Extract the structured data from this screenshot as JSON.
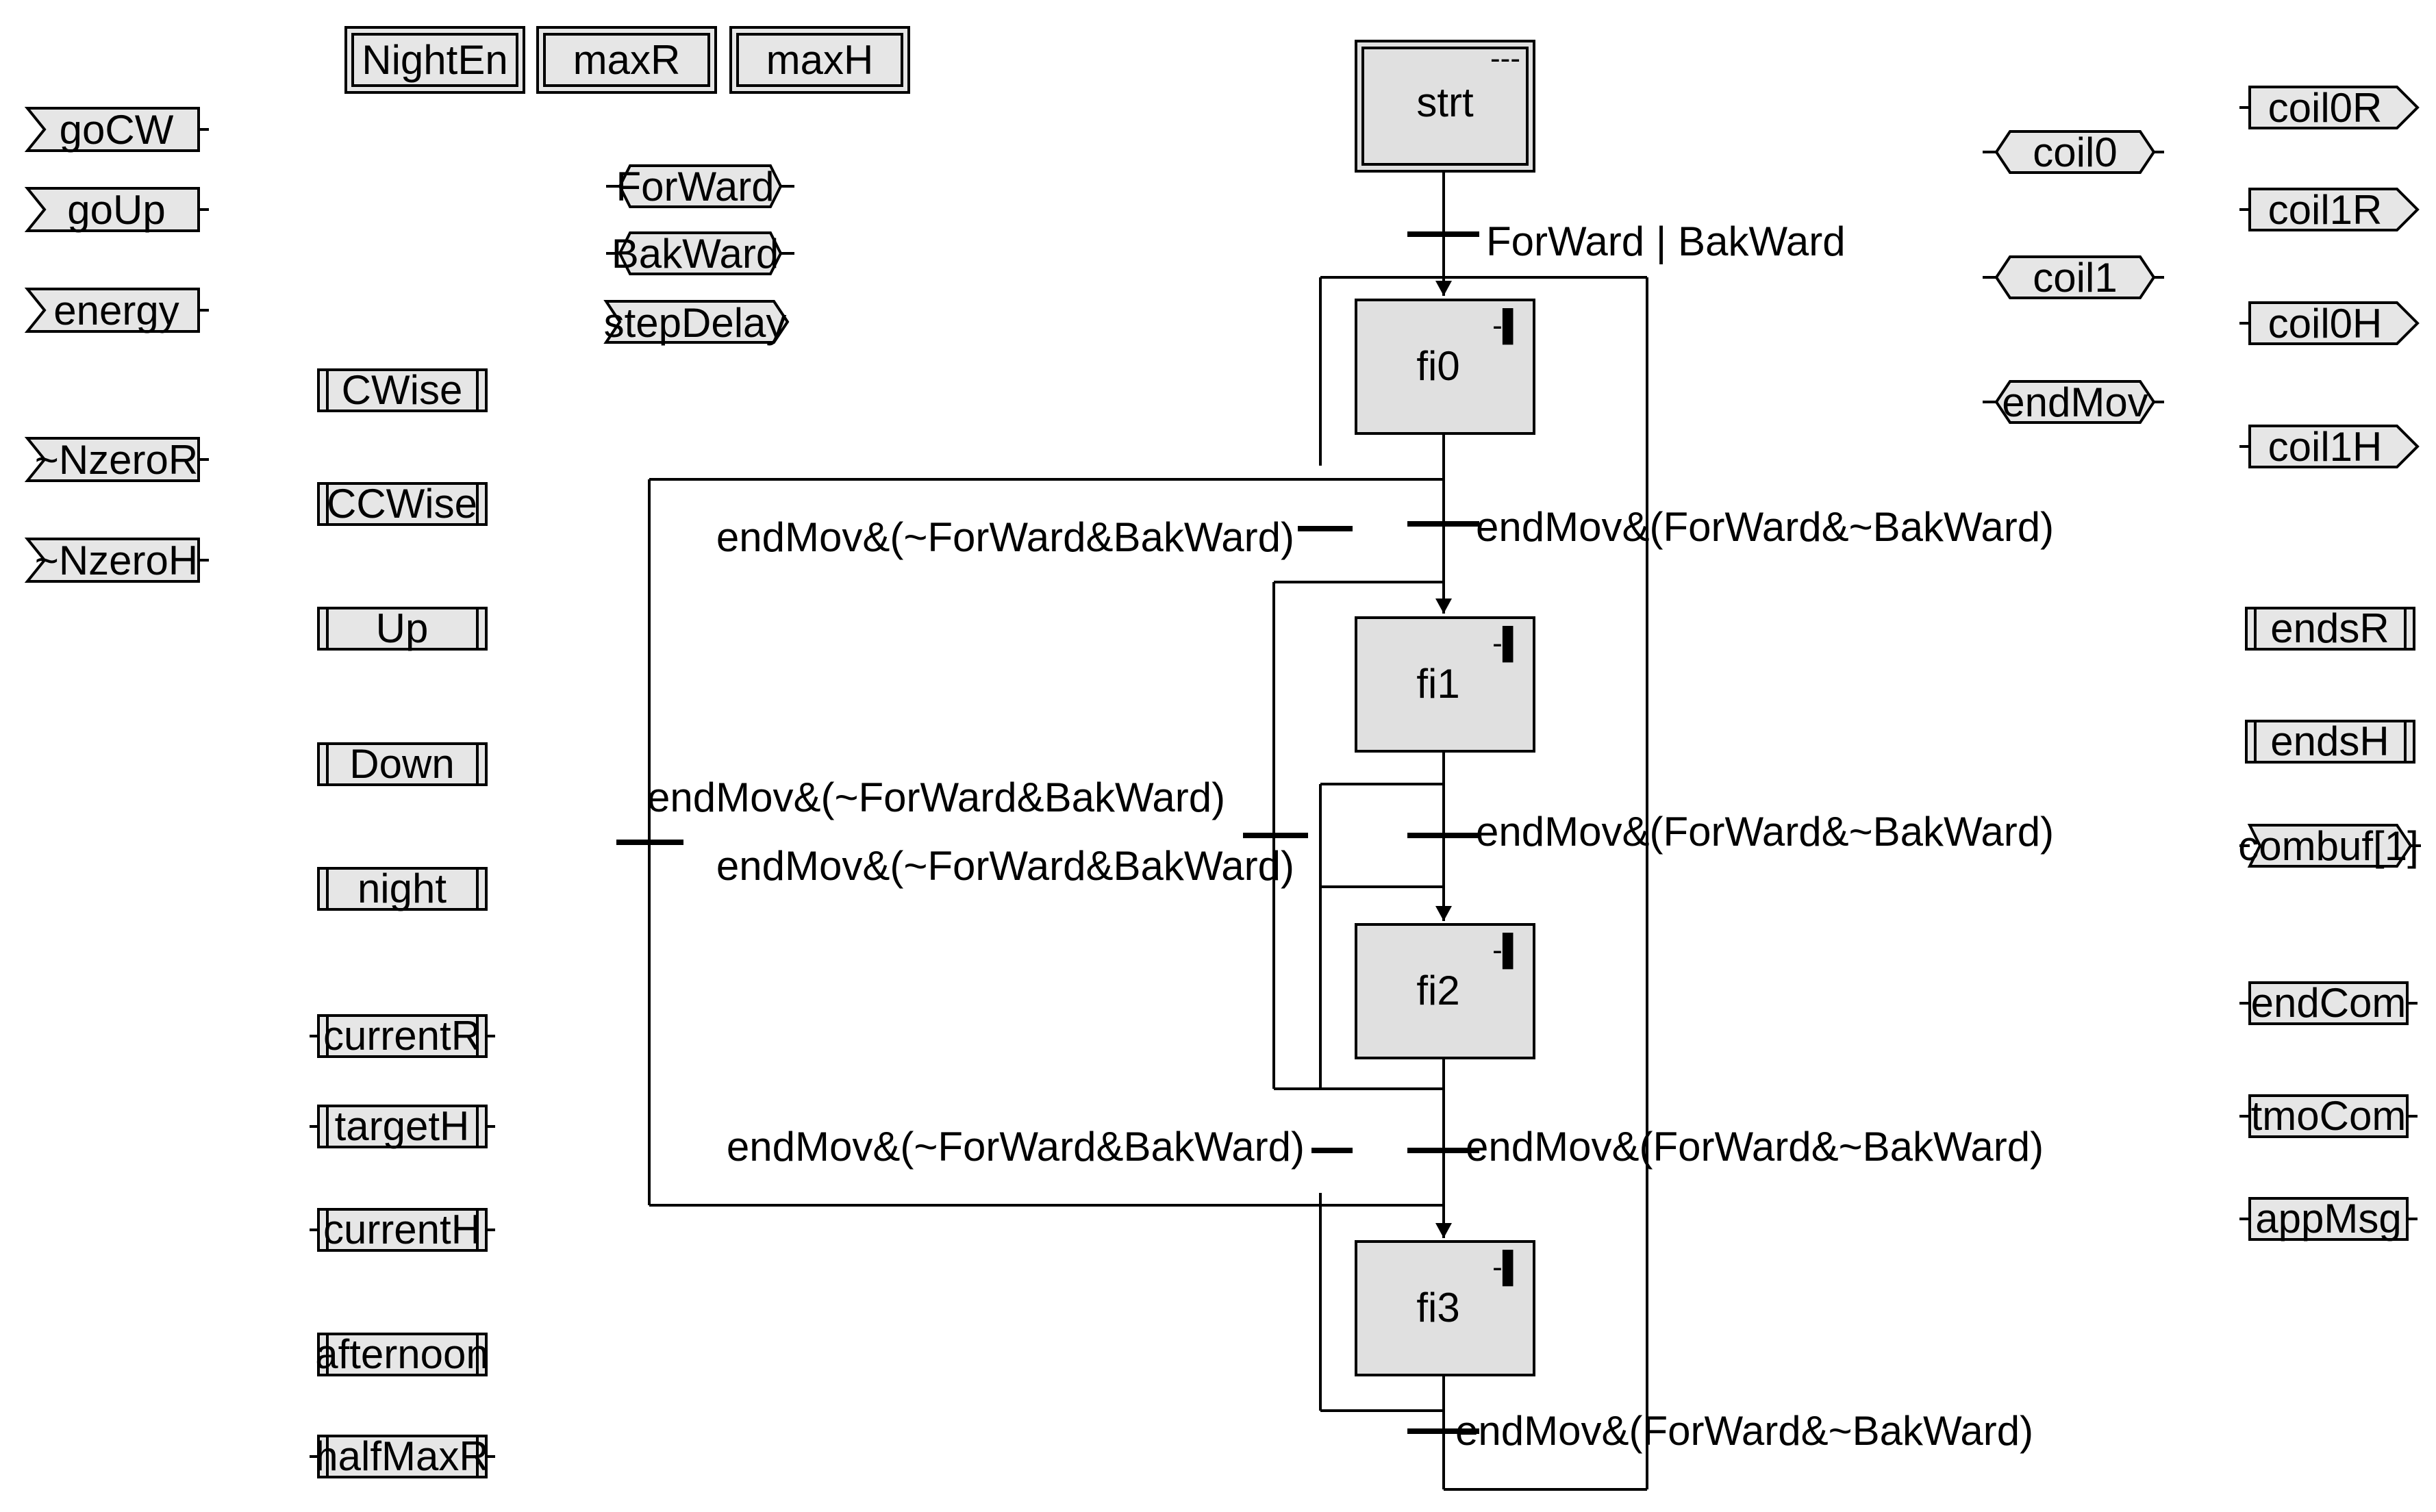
{
  "globals": [
    "NightEn",
    "maxR",
    "maxH"
  ],
  "inputs": [
    "goCW",
    "goUp",
    "energy",
    "~NzeroR",
    "~NzeroH"
  ],
  "internal_vars": [
    "ForWard",
    "BakWard",
    "stepDelay"
  ],
  "left_vars": [
    "CWise",
    "CCWise",
    "Up",
    "Down",
    "night",
    "currentR",
    "targetH",
    "currentH",
    "afternoon",
    "halfMaxR"
  ],
  "right_hex_vars": [
    "coil0",
    "coil1",
    "endMov"
  ],
  "outputs_top": [
    "coil0R",
    "coil1R",
    "coil0H",
    "coil1H"
  ],
  "outputs_bottom": [
    "endsR",
    "endsH",
    "combuf[1]",
    "endCom",
    "tmoCom",
    "appMsg"
  ],
  "initial_step": {
    "name": "strt",
    "marker": "---"
  },
  "steps": [
    "fi0",
    "fi1",
    "fi2",
    "fi3"
  ],
  "step_marker": "-▌",
  "transitions": {
    "start": "ForWard | BakWard",
    "forward": "endMov&(ForWard&~BakWard)",
    "backward": "endMov&(~ForWard&BakWard)"
  }
}
